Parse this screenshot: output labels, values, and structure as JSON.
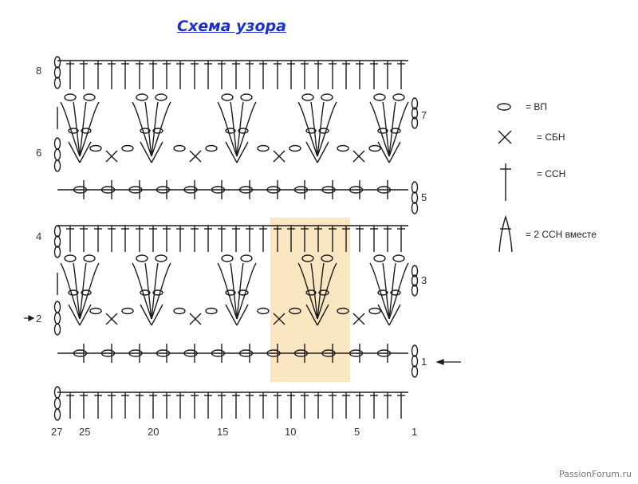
{
  "title": "Схема узора",
  "row_numbers_left": [
    "8",
    "6",
    "4",
    "2"
  ],
  "row_numbers_right": [
    "7",
    "5",
    "3",
    "1"
  ],
  "column_numbers": [
    "27",
    "25",
    "20",
    "15",
    "10",
    "5",
    "1"
  ],
  "legend": [
    {
      "symbol": "chain-oval",
      "text": "= ВП"
    },
    {
      "symbol": "cross",
      "text": "= СБН"
    },
    {
      "symbol": "tall-stitch",
      "text": "= ССН"
    },
    {
      "symbol": "joined-stitches",
      "text": "= 2 ССН вместе"
    }
  ],
  "repeat_highlight_color": "#fbe6c2",
  "line_color": "#1b1b1b",
  "watermark": "PassionForum.ru"
}
